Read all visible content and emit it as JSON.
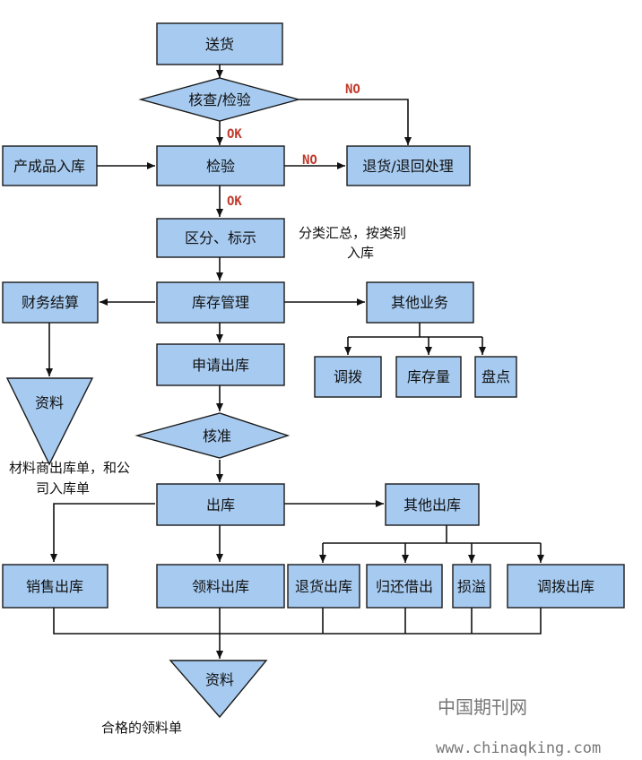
{
  "nodes": {
    "delivery": "送货",
    "verify_check": "核查/检验",
    "finished_in": "产成品入库",
    "inspect": "检验",
    "return_handle": "退货/退回处理",
    "classify": "区分、标示",
    "inventory": "库存管理",
    "finance": "财务结算",
    "other_biz": "其他业务",
    "transfer": "调拨",
    "stock_qty": "库存量",
    "stocktake": "盘点",
    "apply_out": "申请出库",
    "approve": "核准",
    "doc1": "资料",
    "outbound": "出库",
    "other_out": "其他出库",
    "sales_out": "销售出库",
    "pick_out": "领料出库",
    "return_out": "退货出库",
    "return_borrow": "归还借出",
    "loss": "损溢",
    "transfer_out": "调拨出库",
    "doc2": "资料"
  },
  "notes": {
    "classify_line1": "分类汇总，按类别",
    "classify_line2": "入库",
    "doc1_line1": "材料商出库单，和公",
    "doc1_line2": "司入库单",
    "doc2_caption": "合格的领料单"
  },
  "edge_labels": {
    "no1": "NO",
    "ok1": "OK",
    "no2": "NO",
    "ok2": "OK"
  },
  "watermark": {
    "line1": "中国期刊网",
    "line2": "www.chinaqking.com"
  },
  "colors": {
    "box_fill": "#a6caf0",
    "edge_label": "#c0392b"
  }
}
